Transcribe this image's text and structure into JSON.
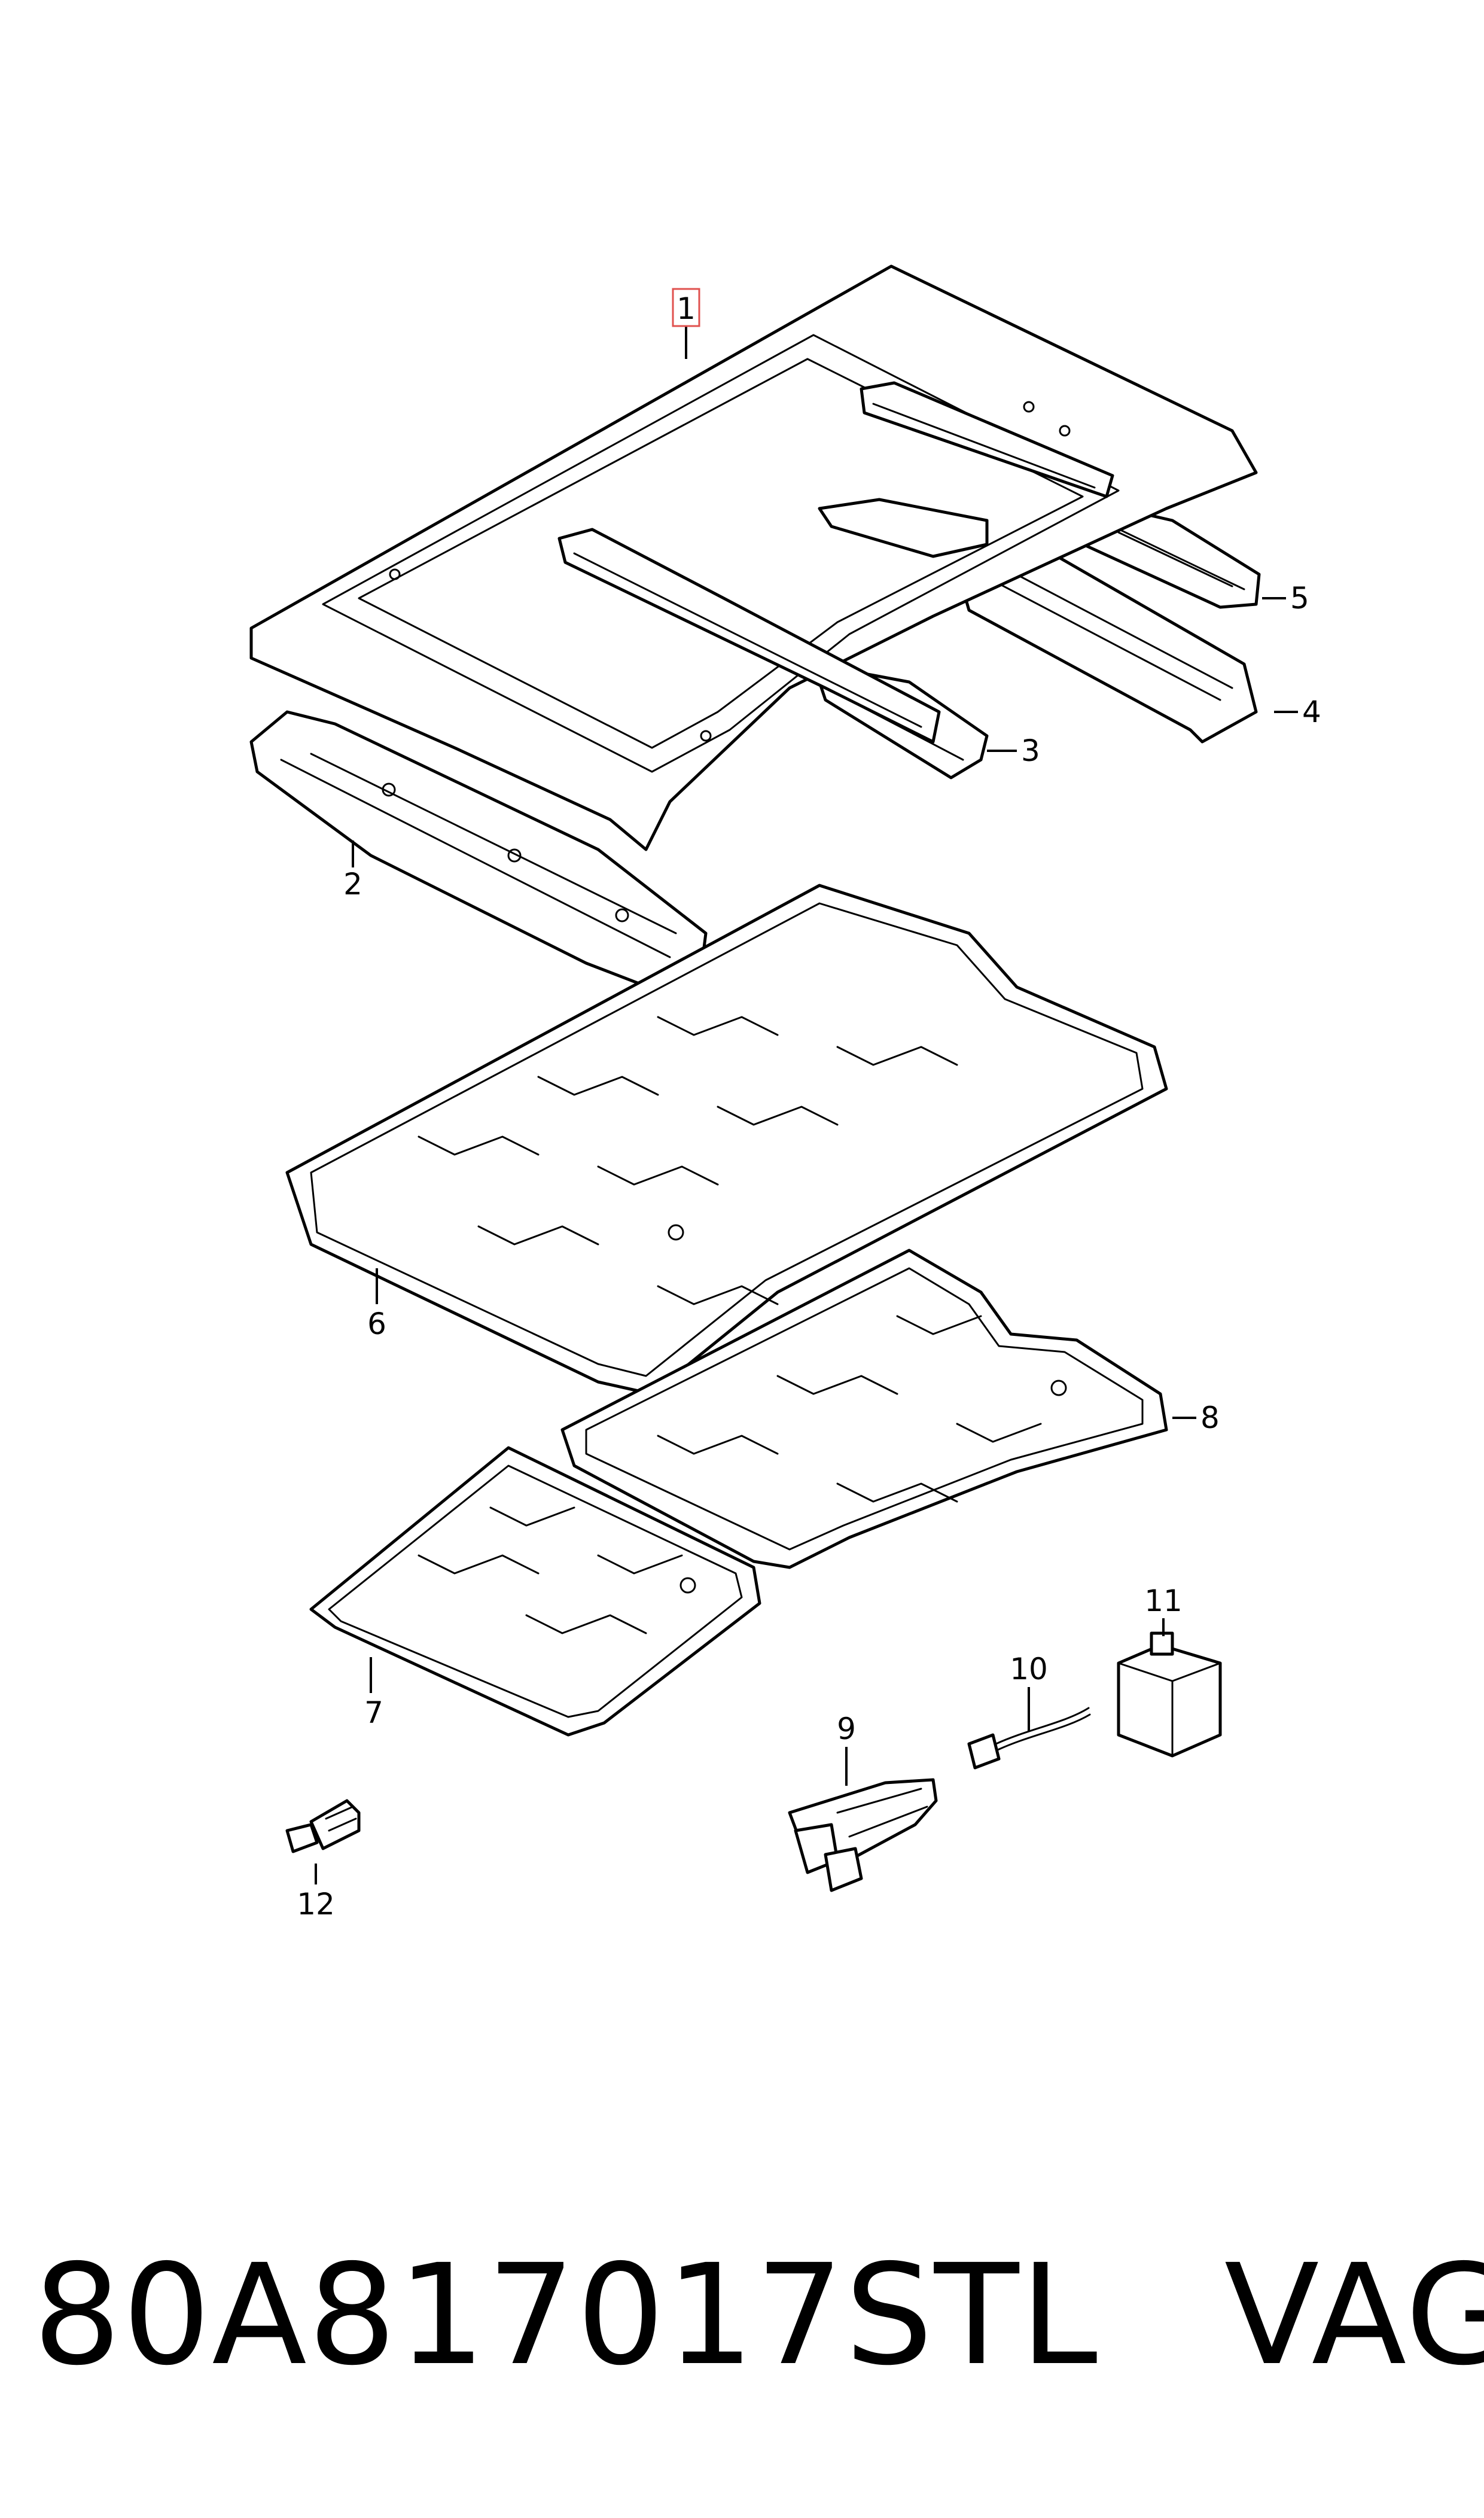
{
  "diagram": {
    "highlighted_callout": "1",
    "callouts": {
      "c1": "1",
      "c2": "2",
      "c3": "3",
      "c4": "4",
      "c5": "5",
      "c6": "6",
      "c7": "7",
      "c8": "8",
      "c9": "9",
      "c10": "10",
      "c11": "11",
      "c12": "12"
    }
  },
  "caption": {
    "part_number": "80A817017STL",
    "brand": "VAG"
  },
  "colors": {
    "highlight_box": "#e0524f",
    "line": "#000000",
    "background": "#ffffff"
  }
}
